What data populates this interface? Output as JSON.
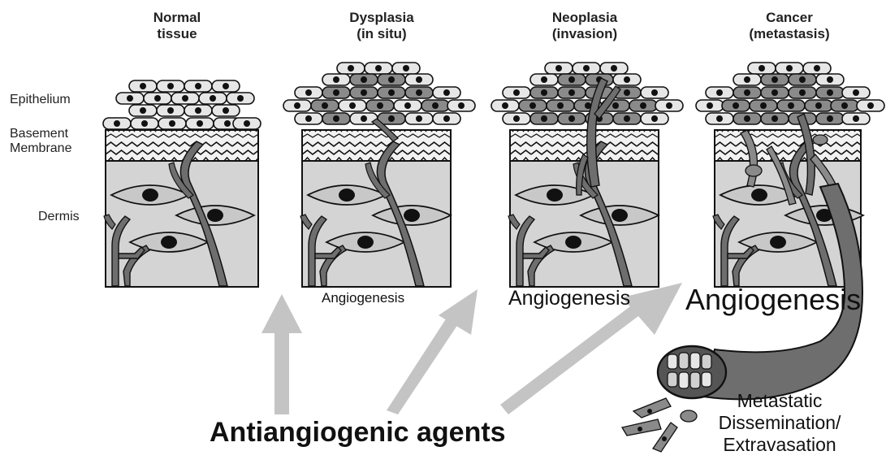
{
  "stages": [
    {
      "line1": "Normal",
      "line2": "tissue"
    },
    {
      "line1": "Dysplasia",
      "line2": "(in situ)"
    },
    {
      "line1": "Neoplasia",
      "line2": "(invasion)"
    },
    {
      "line1": "Cancer",
      "line2": "(metastasis)"
    }
  ],
  "side_labels": {
    "epithelium": "Epithelium",
    "basement_line1": "Basement",
    "basement_line2": "Membrane",
    "dermis": "Dermis"
  },
  "angiogenesis": [
    "Angiogenesis",
    "Angiogenesis",
    "Angiogenesis"
  ],
  "agents_label": "Antiangiogenic agents",
  "metastatic": {
    "line1": "Metastatic",
    "line2": "Dissemination/",
    "line3": "Extravasation"
  },
  "colors": {
    "dermis_fill": "#d4d4d4",
    "vessel_fill": "#6e6e6e",
    "cell_light": "#e6e6e6",
    "cell_dark": "#8a8a8a",
    "arrow_fill": "#c4c4c4"
  }
}
